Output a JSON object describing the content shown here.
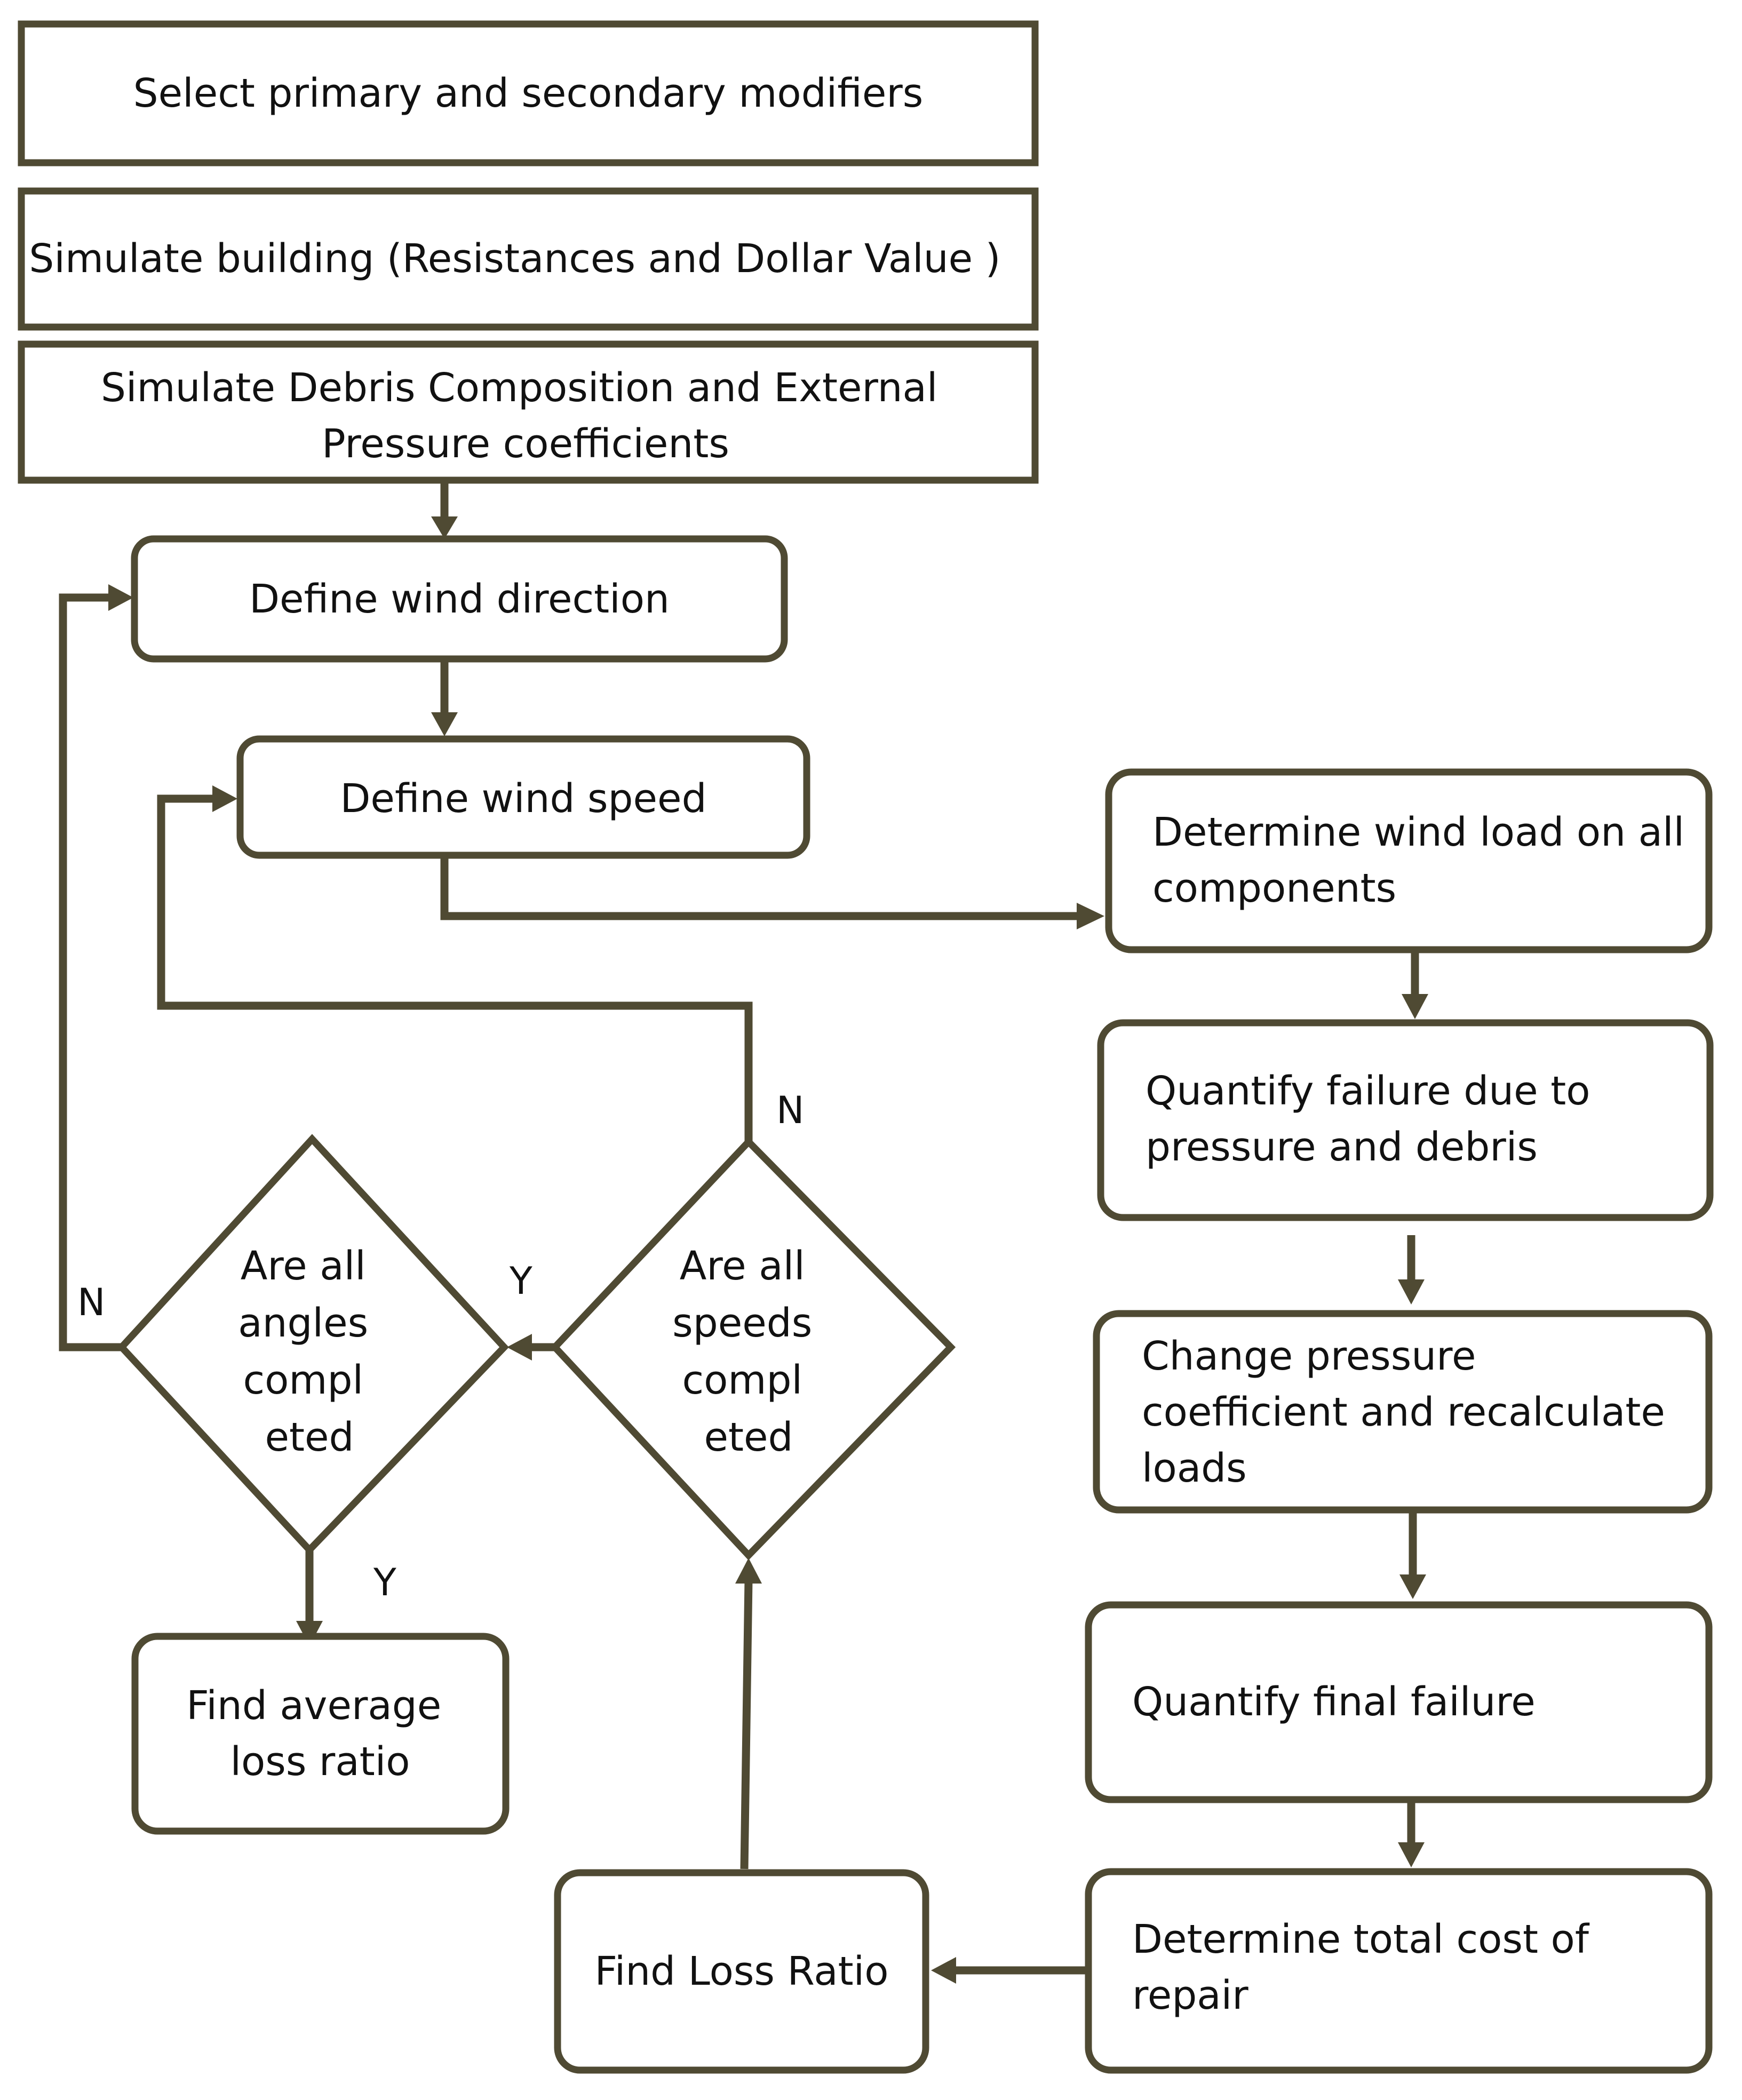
{
  "nodes": {
    "select_modifiers": {
      "lines": [
        "Select primary and secondary modifiers"
      ]
    },
    "simulate_building": {
      "lines": [
        "Simulate building (Resistances  and Dollar Value )"
      ]
    },
    "simulate_debris": {
      "lines": [
        "Simulate Debris Composition and External",
        "Pressure  coefficients"
      ]
    },
    "define_direction": {
      "lines": [
        "Define wind direction"
      ]
    },
    "define_speed": {
      "lines": [
        "Define wind speed"
      ]
    },
    "determine_load": {
      "lines": [
        "Determine wind load on all",
        "components"
      ]
    },
    "quantify_failure": {
      "lines": [
        "Quantify failure due to",
        "pressure  and debris"
      ]
    },
    "change_pressure": {
      "lines": [
        "Change pressure",
        "coefficient and recalculate",
        "loads"
      ]
    },
    "quantify_final": {
      "lines": [
        "Quantify final failure"
      ]
    },
    "total_cost": {
      "lines": [
        "Determine total cost of",
        "repair"
      ]
    },
    "find_loss_ratio": {
      "lines": [
        "Find Loss Ratio"
      ]
    },
    "speeds_decision": {
      "lines": [
        "Are all",
        "speeds",
        "compl",
        "eted"
      ]
    },
    "angles_decision": {
      "lines": [
        "Are all",
        "angles",
        "compl",
        "eted"
      ]
    },
    "average_loss": {
      "lines": [
        "Find average",
        "loss ratio"
      ]
    }
  },
  "branch_labels": {
    "speeds_no": "N",
    "speeds_yes": "Y",
    "angles_no": "N",
    "angles_yes": "Y"
  },
  "colors": {
    "stroke": "#4f4a33",
    "text": "#111111",
    "background": "#ffffff"
  }
}
